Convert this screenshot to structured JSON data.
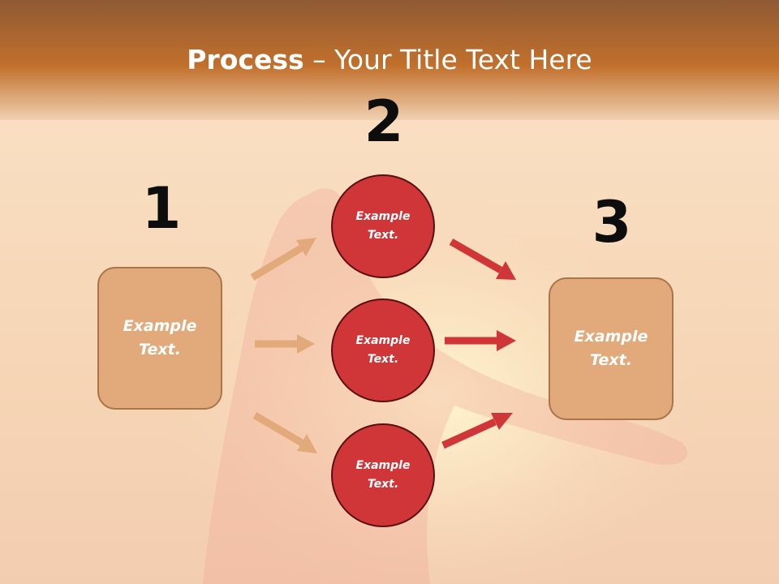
{
  "title": {
    "bold": "Process",
    "rest": " – Your Title Text Here"
  },
  "steps": {
    "n1": "1",
    "n2": "2",
    "n3": "3"
  },
  "nodes": {
    "left_box": "Example Text.",
    "circle_top": "Example Text.",
    "circle_middle": "Example Text.",
    "circle_bottom": "Example Text.",
    "right_box": "Example Text."
  },
  "colors": {
    "header": "#c2702c",
    "box_fill": "#e2a97a",
    "circle_fill": "#d03538",
    "arrow_left": "#e2a97a",
    "arrow_right": "#d03538"
  }
}
